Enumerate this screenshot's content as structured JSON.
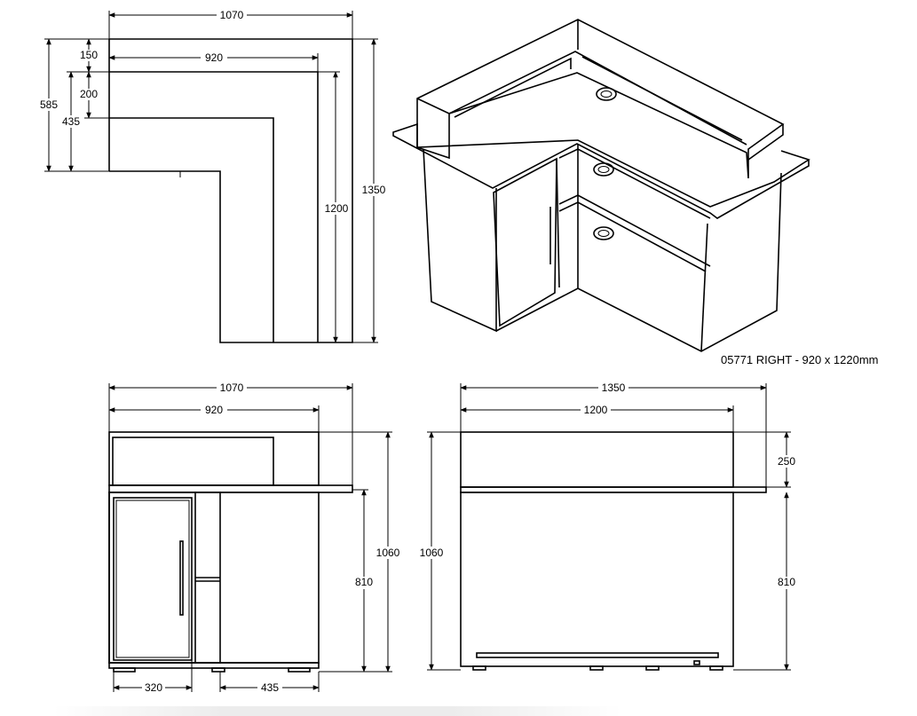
{
  "caption": "05771 RIGHT - 920 x 1220mm",
  "plan": {
    "top_width": "1070",
    "inner_width": "920",
    "depth_outer": "585",
    "depth_inner": "435",
    "top_shelf": "150",
    "shelf_step": "200",
    "length_inner": "1200",
    "length_outer": "1350"
  },
  "front": {
    "top_width": "1070",
    "inner_width": "920",
    "total_height": "1060",
    "counter_height": "810",
    "door_width": "320",
    "side_width": "435"
  },
  "side": {
    "top_width": "1350",
    "inner_width": "1200",
    "total_height": "1060",
    "upper_height": "250",
    "counter_height": "810"
  }
}
